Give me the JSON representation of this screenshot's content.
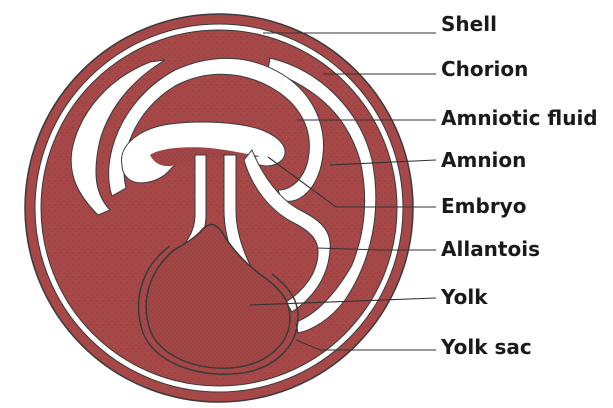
{
  "labels": {
    "shell": "Shell",
    "chorion": "Chorion",
    "amniotic_fluid": "Amniotic fluid",
    "amnion": "Amnion",
    "embryo": "Embryo",
    "allantois": "Allantois",
    "yolk": "Yolk",
    "yolk_sac": "Yolk sac"
  },
  "colors": {
    "tissue": "#a64848",
    "tissue_dark": "#8e3838",
    "outline": "#3a3a3a",
    "membrane_gap": "#ffffff"
  }
}
